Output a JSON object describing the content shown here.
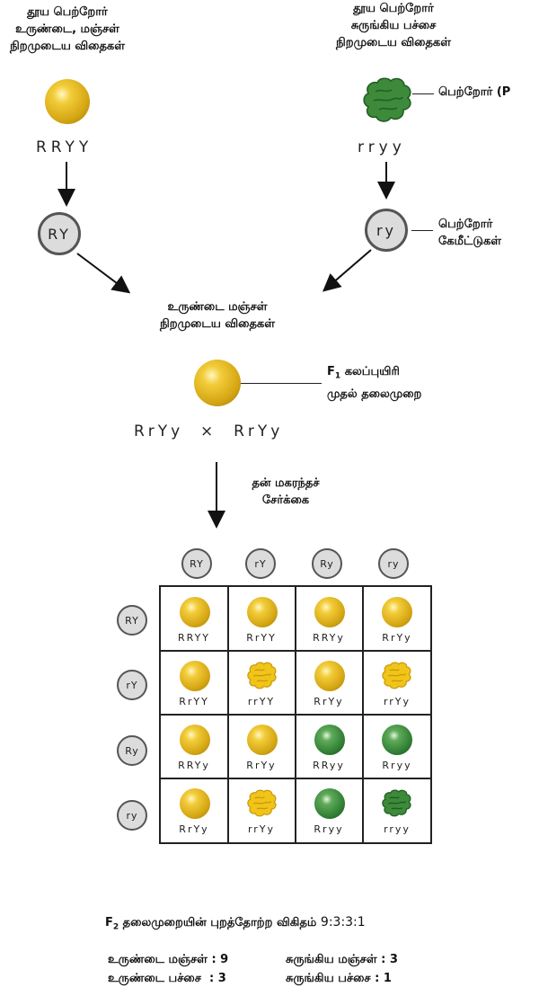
{
  "parents": {
    "left_label": [
      "தூய பெற்றோர்",
      "உருண்டை, மஞ்சள்",
      "நிறமுடைய விதைகள்"
    ],
    "right_label": [
      "தூய பெற்றோர்",
      "சுருங்கிய பச்சை",
      "நிறமுடைய விதைகள்"
    ],
    "left_genotype": "RRYY",
    "right_genotype": "rryy",
    "parent_callout": "பெற்றோர் (P",
    "left_gamete": "RY",
    "right_gamete": "ry",
    "gamete_callout": [
      "பெற்றோர்",
      "கேமீட்டுகள்"
    ]
  },
  "f1": {
    "label": [
      "உருண்டை மஞ்சள்",
      "நிறமுடைய விதைகள்"
    ],
    "callout_f": "F",
    "callout_sub": "1",
    "callout_line1": "கலப்புயிரி",
    "callout_line2": "முதல் தலைமுறை",
    "cross": "RrYy  ×  RrYy",
    "selfing": [
      "தன் மகரந்தச்",
      "சேர்க்கை"
    ]
  },
  "punnett": {
    "col_headers": [
      "RY",
      "rY",
      "Ry",
      "ry"
    ],
    "row_headers": [
      "RY",
      "rY",
      "Ry",
      "ry"
    ],
    "cells": [
      [
        {
          "g": "RRYY",
          "t": "round-yellow"
        },
        {
          "g": "RrYY",
          "t": "round-yellow"
        },
        {
          "g": "RRYy",
          "t": "round-yellow"
        },
        {
          "g": "RrYy",
          "t": "round-yellow"
        }
      ],
      [
        {
          "g": "RrYY",
          "t": "round-yellow"
        },
        {
          "g": "rrYY",
          "t": "wrinkled-yellow"
        },
        {
          "g": "RrYy",
          "t": "round-yellow"
        },
        {
          "g": "rrYy",
          "t": "wrinkled-yellow"
        }
      ],
      [
        {
          "g": "RRYy",
          "t": "round-yellow"
        },
        {
          "g": "RrYy",
          "t": "round-yellow"
        },
        {
          "g": "RRyy",
          "t": "round-green"
        },
        {
          "g": "Rryy",
          "t": "round-green"
        }
      ],
      [
        {
          "g": "RrYy",
          "t": "round-yellow"
        },
        {
          "g": "rrYy",
          "t": "wrinkled-yellow"
        },
        {
          "g": "Rryy",
          "t": "round-green"
        },
        {
          "g": "rryy",
          "t": "wrinkled-green"
        }
      ]
    ]
  },
  "ratio": {
    "f": "F",
    "sub": "2",
    "text": " தலைமுறையின் புறத்தோற்ற விகிதம் ",
    "value": "9:3:3:1",
    "row1_left": "உருண்டை மஞ்சள் : 9",
    "row1_right": "சுருங்கிய மஞ்சள் : 3",
    "row2_left": "உருண்டை பச்சை  : 3",
    "row2_right": "சுருங்கிய பச்சை : 1"
  },
  "colors": {
    "yellow": "#d4a512",
    "green": "#2f7e33",
    "wrinkled_yellow": "#f0c419",
    "wrinkled_green": "#3d8a3a",
    "gamete_fill": "#dcdcdc"
  }
}
